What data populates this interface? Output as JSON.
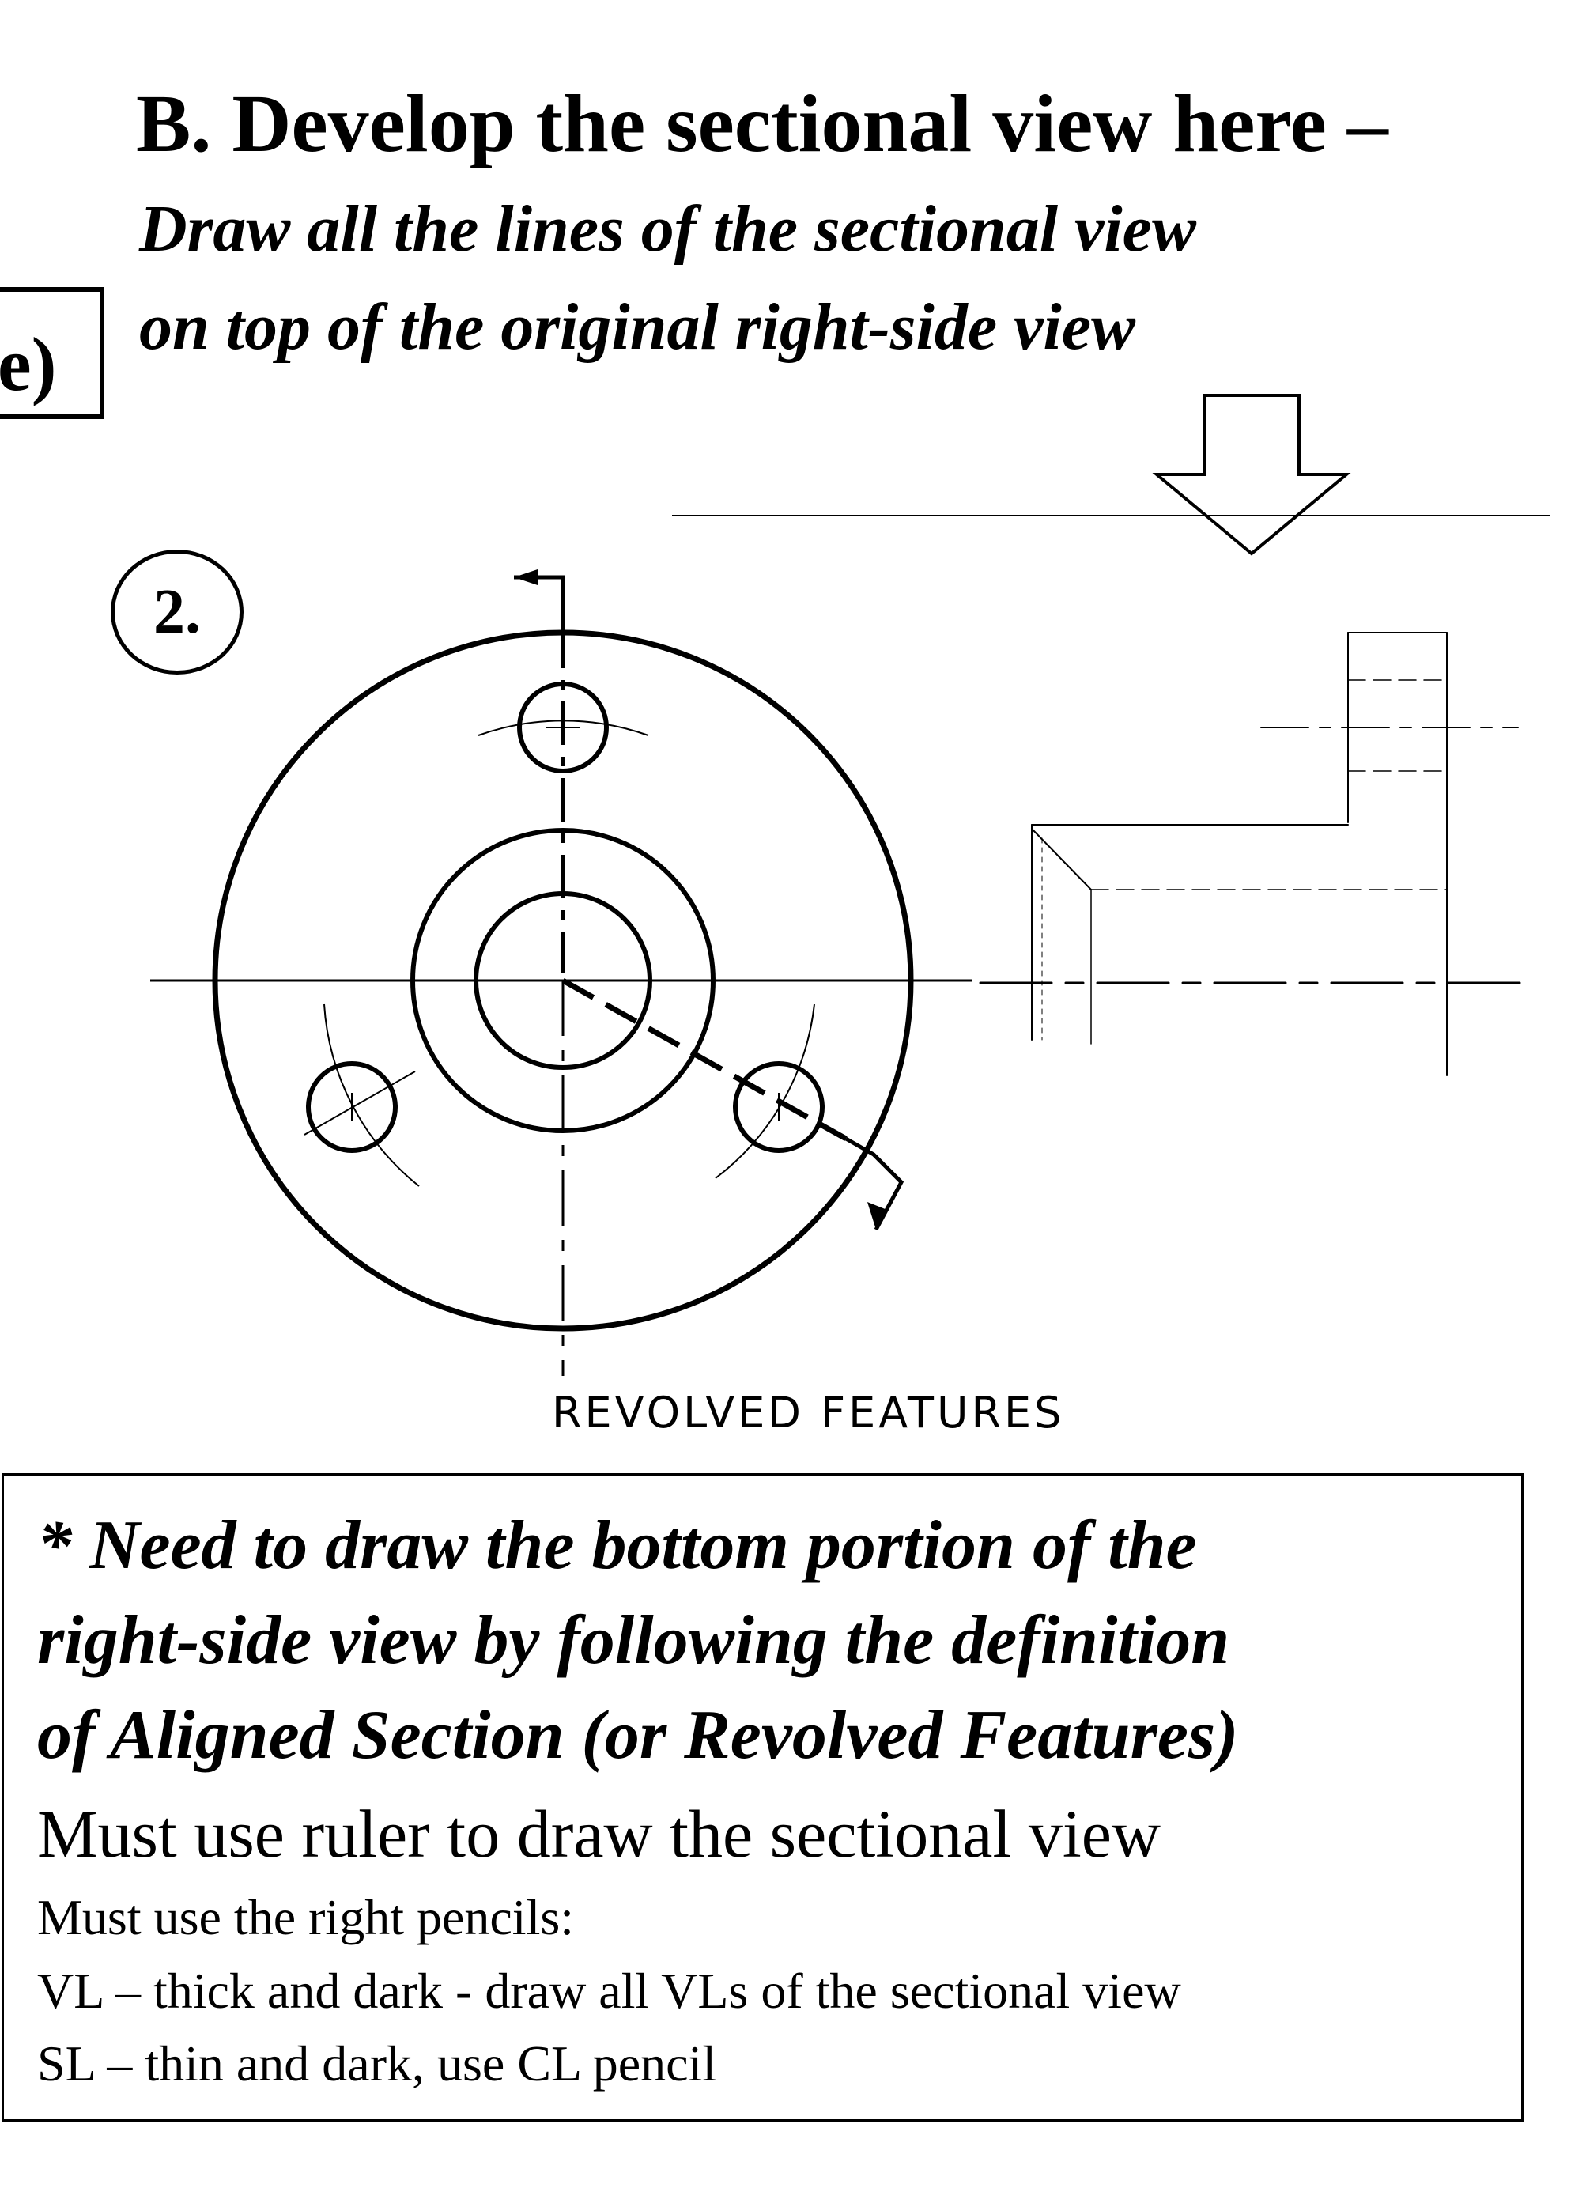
{
  "heading": "B. Develop the sectional view here –",
  "subheading_lines": [
    "Draw all the lines of the sectional view",
    "on top of the original right-side view"
  ],
  "part_label": "e)",
  "problem_number": "2.",
  "figure_caption": "REVOLVED FEATURES",
  "notes": {
    "emphasis_lines": [
      "* Need to draw the bottom portion of the",
      "right-side view by following the definition",
      "of Aligned Section (or Revolved Features)"
    ],
    "ruler_line": "Must use ruler to draw the sectional view",
    "pencils_intro": "Must use the right pencils:",
    "pencil_rules": [
      "VL – thick and dark  - draw all VLs of the sectional view",
      "SL – thin and dark, use CL pencil"
    ]
  }
}
